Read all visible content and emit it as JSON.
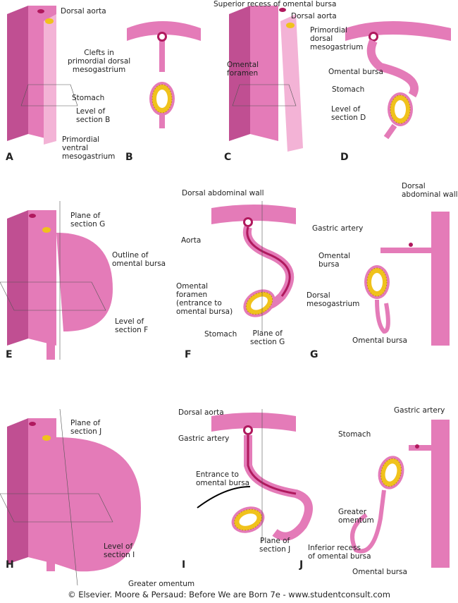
{
  "colors": {
    "tissue": "#e47bb8",
    "tissue_light": "#f3b3d6",
    "tissue_dark": "#c04f92",
    "stomach_wall": "#f0c21c",
    "artery": "#b0195e"
  },
  "panels": {
    "A": "A",
    "B": "B",
    "C": "C",
    "D": "D",
    "E": "E",
    "F": "F",
    "G": "G",
    "H": "H",
    "I": "I",
    "J": "J"
  },
  "labels": {
    "a_dorsal_aorta": "Dorsal aorta",
    "a_clefts": "Clefts in\nprimordial dorsal\nmesogastrium",
    "a_stomach": "Stomach",
    "a_level_b": "Level of\nsection B",
    "a_ventral": "Primordial\nventral\nmesogastrium",
    "c_superior_recess": "Superior recess of omental bursa",
    "c_dorsal_aorta": "Dorsal aorta",
    "c_dorsal_meso": "Primordial\ndorsal\nmesogastrium",
    "c_omental_foramen": "Omental\nforamen",
    "c_omental_bursa": "Omental bursa",
    "c_stomach": "Stomach",
    "c_level_d": "Level of\nsection D",
    "e_plane_g": "Plane of\nsection G",
    "e_outline": "Outline of\nomental bursa",
    "e_level_f": "Level of\nsection F",
    "f_dorsal_wall": "Dorsal abdominal wall",
    "f_aorta": "Aorta",
    "f_foramen": "Omental\nforamen\n(entrance to\nomental bursa)",
    "f_stomach": "Stomach",
    "f_plane_g": "Plane of\nsection G",
    "f_gastric_artery": "Gastric artery",
    "f_omental_bursa": "Omental\nbursa",
    "g_dorsal_meso": "Dorsal\nmesogastrium",
    "g_omental_bursa": "Omental bursa",
    "g_dorsal_wall": "Dorsal\nabdominal wall",
    "h_plane_j": "Plane of\nsection J",
    "h_level_i": "Level of\nsection I",
    "h_greater_omentum": "Greater omentum",
    "i_dorsal_aorta": "Dorsal aorta",
    "i_gastric_artery": "Gastric artery",
    "i_entrance": "Entrance to\nomental bursa",
    "i_plane_j": "Plane of\nsection J",
    "j_gastric_artery": "Gastric artery",
    "j_stomach": "Stomach",
    "j_greater_omentum": "Greater\nomentum",
    "j_inferior_recess": "Inferior recess\nof omental bursa",
    "j_omental_bursa": "Omental bursa"
  },
  "footer": "© Elsevier. Moore & Persaud: Before We are Born 7e - www.studentconsult.com"
}
